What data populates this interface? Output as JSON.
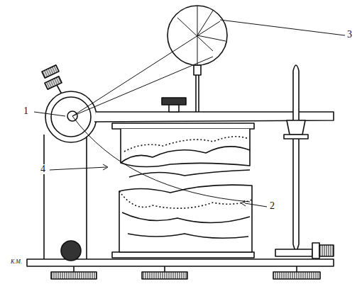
{
  "diagram": {
    "labels": [
      "1",
      "3",
      "4",
      "2",
      "K.M."
    ]
  }
}
